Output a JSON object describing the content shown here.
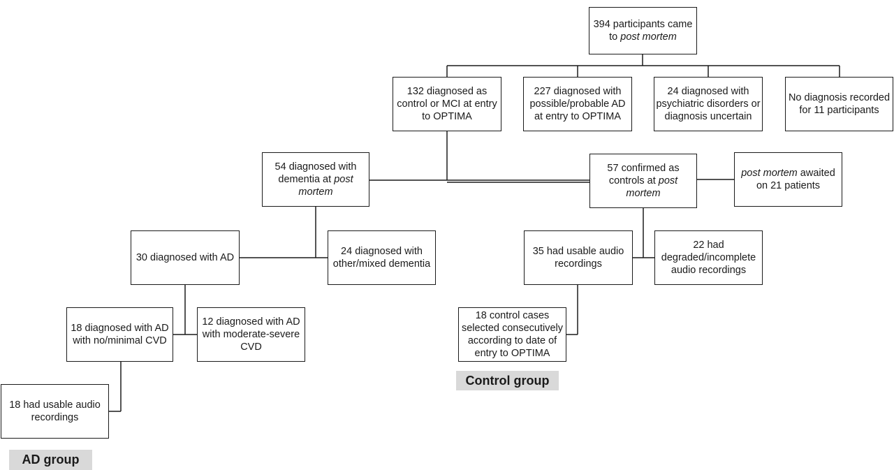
{
  "boxes": {
    "participants": {
      "text": "394 participants came",
      "line2_pre": "to ",
      "line2_em": "post mortem"
    },
    "control_mci": {
      "text": "132 diagnosed as control or MCI at entry to OPTIMA"
    },
    "possible_ad": {
      "text": "227 diagnosed with possible/probable AD at entry to OPTIMA"
    },
    "psychiatric": {
      "text": "24 diagnosed with psychiatric disorders or diagnosis uncertain"
    },
    "no_diagnosis": {
      "text": "No diagnosis recorded for 11 participants"
    },
    "dementia_pm": {
      "text": "54 diagnosed with dementia at ",
      "em": "post mortem"
    },
    "controls_pm": {
      "text": "57 confirmed as controls at ",
      "em": "post mortem"
    },
    "pm_awaited": {
      "em": "post mortem",
      "text": " awaited on 21 patients"
    },
    "ad_30": {
      "text": "30 diagnosed with AD"
    },
    "other_mixed": {
      "text": "24 diagnosed with other/mixed dementia"
    },
    "usable_35": {
      "text": "35 had usable audio recordings"
    },
    "degraded_22": {
      "text": "22 had degraded/incomplete audio recordings"
    },
    "ad_minimal_cvd": {
      "text": "18 diagnosed with AD with no/minimal CVD"
    },
    "ad_severe_cvd": {
      "text": "12 diagnosed with AD with moderate-severe CVD"
    },
    "control_cases": {
      "text": "18 control cases selected consecutively according to date of entry to OPTIMA"
    },
    "usable_18": {
      "text": "18 had usable audio recordings"
    }
  },
  "labels": {
    "control_group": "Control group",
    "ad_group": "AD group"
  },
  "colors": {
    "line": "#1a1a1a",
    "tag_bg": "#d9d9d9"
  }
}
